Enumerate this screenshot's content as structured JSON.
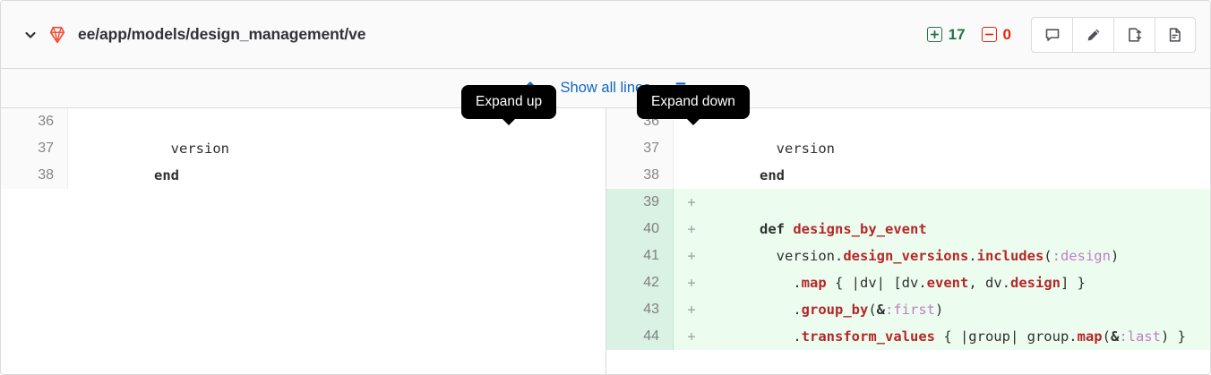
{
  "header": {
    "collapse_icon": "chevron-down-icon",
    "file_type_icon": "ruby-gem-icon",
    "file_path": "ee/app/models/design_management/ve",
    "stats": {
      "added_label": "17",
      "removed_label": "0",
      "added_color": "#217645",
      "removed_color": "#dd2b0e"
    },
    "actions": [
      {
        "name": "comment-button",
        "icon": "comment-icon"
      },
      {
        "name": "edit-button",
        "icon": "pencil-icon"
      },
      {
        "name": "toggle-file-button",
        "icon": "file-transfer-icon"
      },
      {
        "name": "view-file-button",
        "icon": "document-icon"
      }
    ]
  },
  "expand_row": {
    "expand_up_label": "Expand up",
    "expand_down_label": "Expand down",
    "show_all_label": "Show all lines",
    "separator": "·"
  },
  "diff": {
    "left_lines": [
      {
        "num": "36",
        "sign": "",
        "tokens": []
      },
      {
        "num": "37",
        "sign": "",
        "tokens": [
          {
            "t": "        version",
            "c": "plain"
          }
        ]
      },
      {
        "num": "38",
        "sign": "",
        "tokens": [
          {
            "t": "      ",
            "c": "plain"
          },
          {
            "t": "end",
            "c": "kw"
          }
        ]
      }
    ],
    "right_lines": [
      {
        "num": "36",
        "sign": "",
        "added": false,
        "tokens": []
      },
      {
        "num": "37",
        "sign": "",
        "added": false,
        "tokens": [
          {
            "t": "        version",
            "c": "plain"
          }
        ]
      },
      {
        "num": "38",
        "sign": "",
        "added": false,
        "tokens": [
          {
            "t": "      ",
            "c": "plain"
          },
          {
            "t": "end",
            "c": "kw"
          }
        ]
      },
      {
        "num": "39",
        "sign": "+",
        "added": true,
        "tokens": []
      },
      {
        "num": "40",
        "sign": "+",
        "added": true,
        "tokens": [
          {
            "t": "      ",
            "c": "plain"
          },
          {
            "t": "def",
            "c": "kw"
          },
          {
            "t": " ",
            "c": "plain"
          },
          {
            "t": "designs_by_event",
            "c": "fn"
          }
        ]
      },
      {
        "num": "41",
        "sign": "+",
        "added": true,
        "tokens": [
          {
            "t": "        version.",
            "c": "plain"
          },
          {
            "t": "design_versions",
            "c": "fn"
          },
          {
            "t": ".",
            "c": "plain"
          },
          {
            "t": "includes",
            "c": "fn"
          },
          {
            "t": "(",
            "c": "plain"
          },
          {
            "t": ":design",
            "c": "sym"
          },
          {
            "t": ")",
            "c": "plain"
          }
        ]
      },
      {
        "num": "42",
        "sign": "+",
        "added": true,
        "tokens": [
          {
            "t": "          .",
            "c": "plain"
          },
          {
            "t": "map",
            "c": "fn"
          },
          {
            "t": " { |dv| [dv.",
            "c": "plain"
          },
          {
            "t": "event",
            "c": "fn"
          },
          {
            "t": ", dv.",
            "c": "plain"
          },
          {
            "t": "design",
            "c": "fn"
          },
          {
            "t": "] }",
            "c": "plain"
          }
        ]
      },
      {
        "num": "43",
        "sign": "+",
        "added": true,
        "tokens": [
          {
            "t": "          .",
            "c": "plain"
          },
          {
            "t": "group_by",
            "c": "fn"
          },
          {
            "t": "(",
            "c": "plain"
          },
          {
            "t": "&",
            "c": "kw"
          },
          {
            "t": ":first",
            "c": "sym"
          },
          {
            "t": ")",
            "c": "plain"
          }
        ]
      },
      {
        "num": "44",
        "sign": "+",
        "added": true,
        "tokens": [
          {
            "t": "          .",
            "c": "plain"
          },
          {
            "t": "transform_values",
            "c": "fn"
          },
          {
            "t": " { |group| group.",
            "c": "plain"
          },
          {
            "t": "map",
            "c": "fn"
          },
          {
            "t": "(",
            "c": "plain"
          },
          {
            "t": "&",
            "c": "kw"
          },
          {
            "t": ":last",
            "c": "sym"
          },
          {
            "t": ") }",
            "c": "plain"
          }
        ]
      }
    ]
  }
}
